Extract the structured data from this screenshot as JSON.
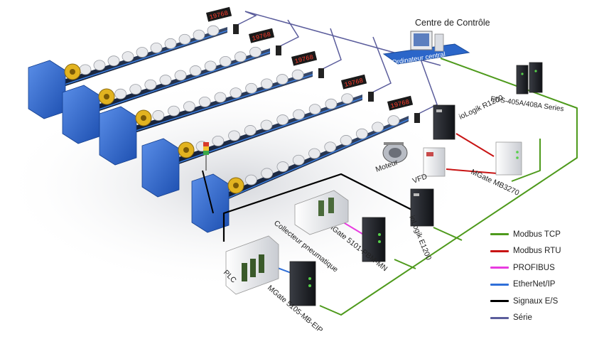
{
  "title": "Centre de Contrôle",
  "counter_value": "19768",
  "devices": {
    "central_computer": "Ordinateur central",
    "switch": "EDS-405A/408A Series",
    "iologik_r": "ioLogik R1200",
    "motor": "Moteur",
    "vfd": "VFD",
    "mgate_mb3270": "MGate MB3270",
    "iologik_e": "ioLogik E1200",
    "mgate_5101": "MGate 5101-PBM-MN",
    "collector": "Collecteur pneumatique",
    "plc": "PLC",
    "mgate_5105": "MGate 5105-MB-EIP"
  },
  "legend": [
    {
      "label": "Modbus TCP",
      "color": "#4e9a1c"
    },
    {
      "label": "Modbus RTU",
      "color": "#c81414"
    },
    {
      "label": "PROFIBUS",
      "color": "#e83ce0"
    },
    {
      "label": "EtherNet/IP",
      "color": "#2f6fd8"
    },
    {
      "label": "Signaux E/S",
      "color": "#000000"
    },
    {
      "label": "Série",
      "color": "#5b5d9c"
    }
  ]
}
